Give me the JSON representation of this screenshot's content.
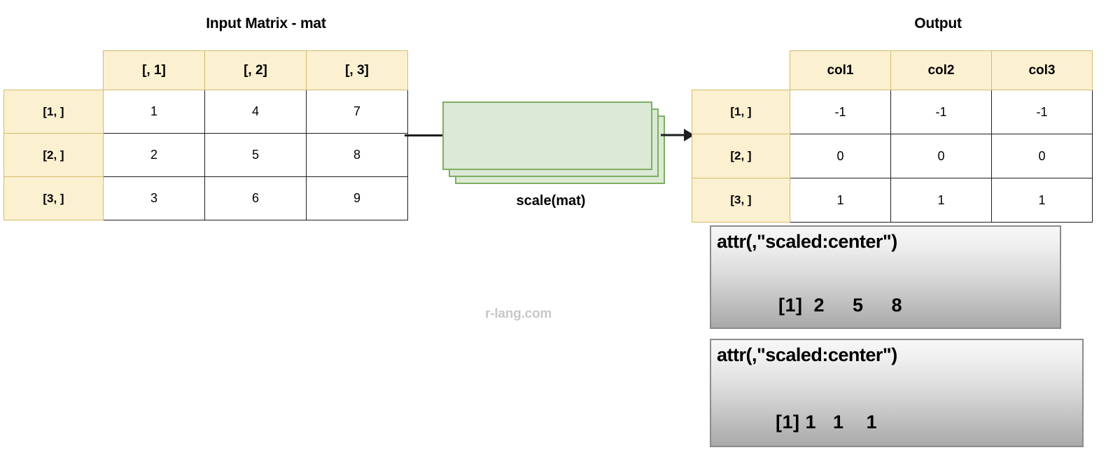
{
  "input": {
    "title": "Input Matrix - mat",
    "column_headers": [
      "[, 1]",
      "[, 2]",
      "[, 3]"
    ],
    "row_headers": [
      "[1, ]",
      "[2, ]",
      "[3, ]"
    ],
    "rows": [
      [
        "1",
        "4",
        "7"
      ],
      [
        "2",
        "5",
        "8"
      ],
      [
        "3",
        "6",
        "9"
      ]
    ]
  },
  "process": {
    "label": "scale(mat)",
    "fill_color": "#dce9d5",
    "border_color": "#7fae63",
    "arrow_icon": "arrow-right-icon",
    "sheet_count": 3
  },
  "output": {
    "title": "Output",
    "column_headers": [
      "col1",
      "col2",
      "col3"
    ],
    "row_headers": [
      "[1, ]",
      "[2, ]",
      "[3, ]"
    ],
    "rows": [
      [
        "-1",
        "-1",
        "-1"
      ],
      [
        "0",
        "0",
        "0"
      ],
      [
        "1",
        "1",
        "1"
      ]
    ]
  },
  "attributes": [
    {
      "title": "attr(,\"scaled:center\")",
      "values": "[1]  2     5     8"
    },
    {
      "title": "attr(,\"scaled:center\")",
      "values": "[1] 1   1    1"
    }
  ],
  "watermark": "r-lang.com",
  "colors": {
    "header_fill": "#fbf0d0",
    "header_border": "#d6ba6b",
    "cell_border": "#1d1f22",
    "watermark": "#c8c8c8"
  }
}
